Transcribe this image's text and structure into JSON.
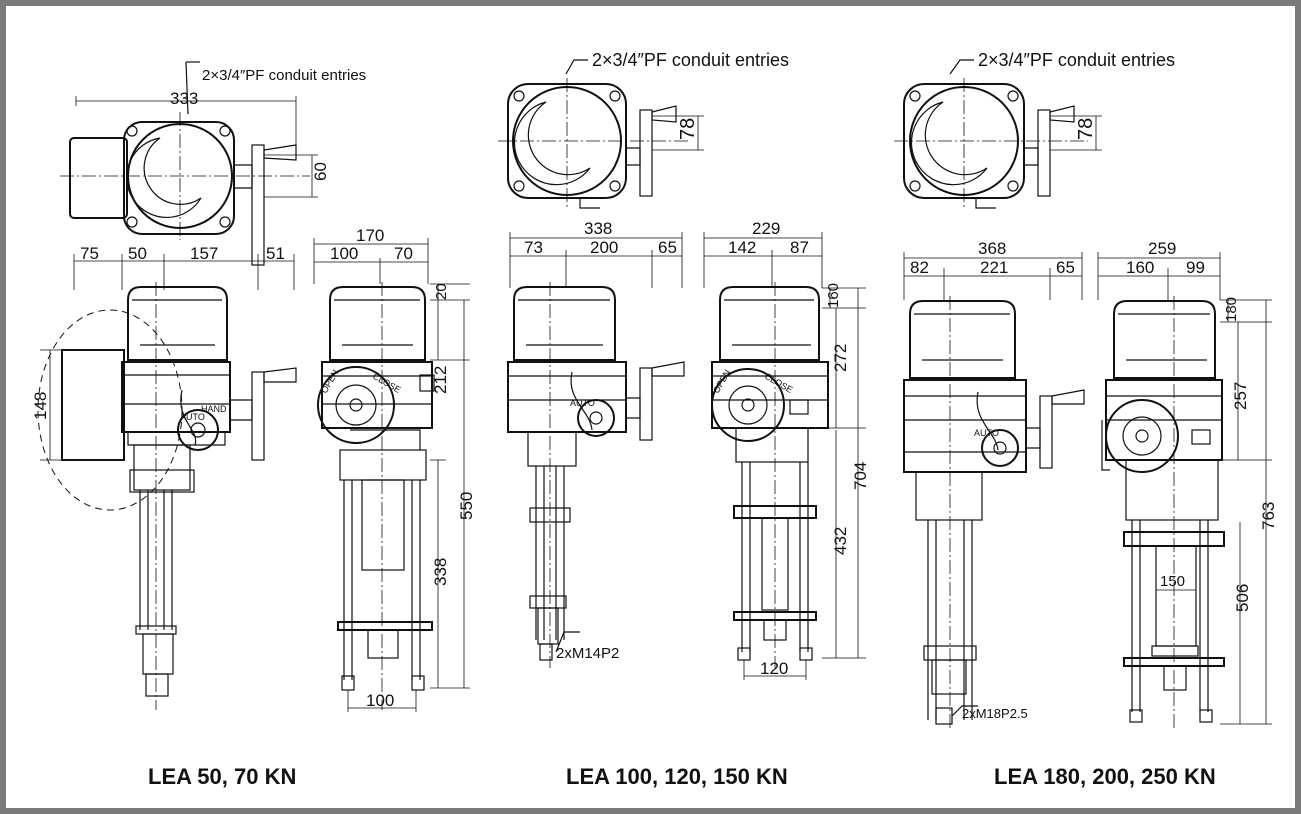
{
  "captions": [
    "LEA 50, 70 KN",
    "LEA 100, 120, 150 KN",
    "LEA 180, 200, 250 KN"
  ],
  "conduit_notes": [
    "2×3/4″PF conduit entries",
    "2×3/4″PF conduit entries",
    "2×3/4″PF conduit entries"
  ],
  "thread_notes": [
    "2xM14P2",
    "2xM18P2.5"
  ],
  "handwheel_labels": [
    "AUTO",
    "HAND",
    "OPEN",
    "CLOSE"
  ],
  "dimensions": {
    "m1": {
      "top_width": "333",
      "handwheel_top": "60",
      "total": "75",
      "left": "50",
      "middle": "157",
      "right": "51",
      "cover": "148",
      "side_total": "170",
      "side_left": "100",
      "side_right": "70",
      "d20": "20",
      "d212": "212",
      "d550": "550",
      "d338": "338",
      "d100": "100"
    },
    "m2": {
      "handwheel_top": "78",
      "total": "338",
      "left": "73",
      "middle": "200",
      "right": "65",
      "side_total": "229",
      "side_left": "142",
      "side_right": "87",
      "d160": "160",
      "d272": "272",
      "d704": "704",
      "d432": "432",
      "d120": "120"
    },
    "m3": {
      "handwheel_top": "78",
      "total": "368",
      "left": "82",
      "middle": "221",
      "right": "65",
      "side_total": "259",
      "side_left": "160",
      "side_right": "99",
      "d180": "180",
      "d257": "257",
      "d763": "763",
      "d506": "506",
      "d150": "150"
    }
  }
}
